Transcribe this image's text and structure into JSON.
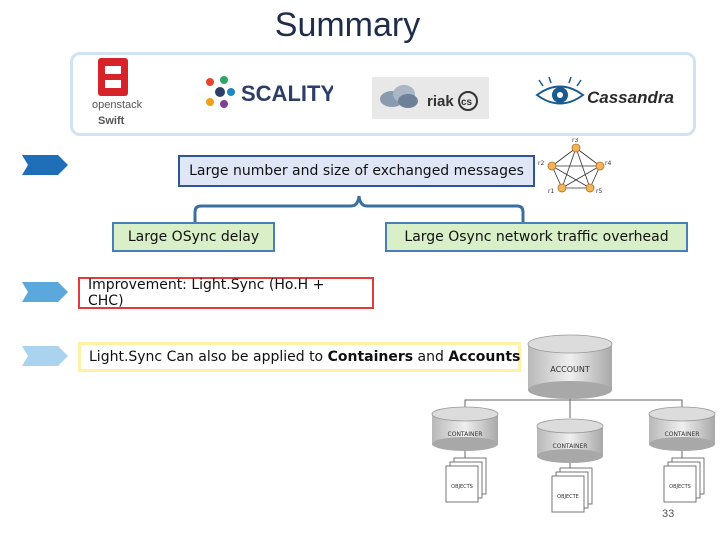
{
  "title": "Summary",
  "logos": {
    "openstack": {
      "name": "openstack",
      "sub": "Swift"
    },
    "scality": "SCALITY",
    "riak": "riak",
    "riak_cs": "cs",
    "cassandra": "Cassandra",
    "icons": [
      "openstack-logo",
      "scality-logo",
      "riak-cs-logo",
      "cassandra-logo"
    ]
  },
  "boxes": {
    "messages": "Large number and size of exchanged messages",
    "delay": "Large  OSync delay",
    "traffic": "Large Osync network traffic overhead",
    "improvement": "Improvement:  Light.Sync (Ho.H + CHC)",
    "apply_prefix": "Light.Sync Can also be applied to ",
    "apply_containers": "Containers",
    "apply_and": " and ",
    "apply_accounts": "Accounts"
  },
  "ring_diagram": {
    "nodes": [
      "r3",
      "r2",
      "r4",
      "r1",
      "r5"
    ]
  },
  "hierarchy": {
    "account": "ACCOUNT",
    "containers": [
      "CONTAINER",
      "CONTAINER",
      "CONTAINER"
    ],
    "objects": [
      "OBJECTS",
      "OBJECTE",
      "OBJECTS"
    ]
  },
  "colors": {
    "bullet_dark": "#1f6fb8",
    "bullet_mid": "#5ba8dc",
    "bullet_light": "#a9d3ef",
    "brace": "#3a6f9e",
    "openstack_red": "#d6232a"
  },
  "page_number": "33"
}
